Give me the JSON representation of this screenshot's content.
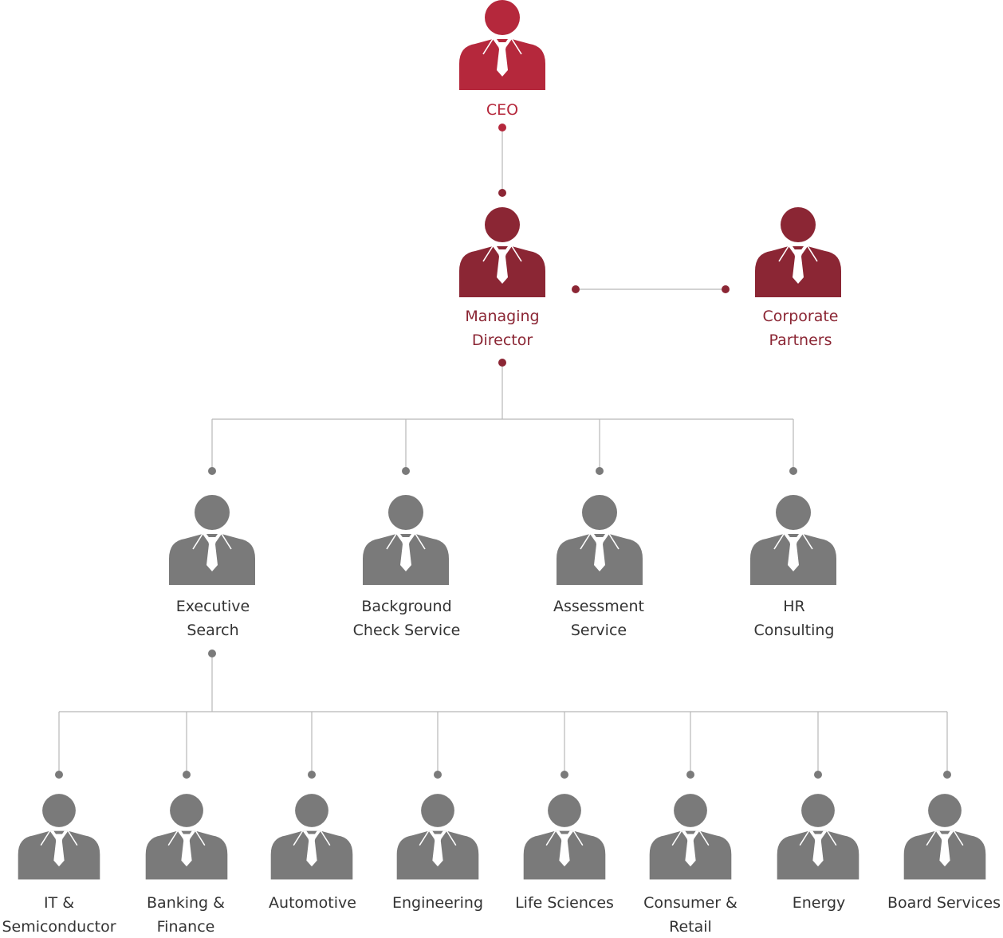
{
  "colors": {
    "ceo": "#b5283c",
    "executive": "#8b2634",
    "department": "#7a7a7a",
    "line": "#b8b8b8"
  },
  "nodes": {
    "ceo": {
      "label": "CEO"
    },
    "managing_director": {
      "label": [
        "Managing",
        "Director"
      ]
    },
    "corporate_partners": {
      "label": [
        "Corporate",
        "Partners"
      ]
    },
    "departments": [
      {
        "key": "executive_search",
        "label": [
          "Executive",
          "Search"
        ]
      },
      {
        "key": "background_check",
        "label": [
          "Background",
          "Check Service"
        ]
      },
      {
        "key": "assessment",
        "label": [
          "Assessment",
          "Service"
        ]
      },
      {
        "key": "hr_consulting",
        "label": [
          "HR",
          "Consulting"
        ]
      }
    ],
    "practices": [
      {
        "key": "it_semiconductor",
        "label": [
          "IT &",
          "Semiconductor"
        ]
      },
      {
        "key": "banking_finance",
        "label": [
          "Banking &",
          "Finance"
        ]
      },
      {
        "key": "automotive",
        "label": [
          "Automotive"
        ]
      },
      {
        "key": "engineering",
        "label": [
          "Engineering"
        ]
      },
      {
        "key": "life_sciences",
        "label": [
          "Life Sciences"
        ]
      },
      {
        "key": "consumer_retail",
        "label": [
          "Consumer &",
          "Retail"
        ]
      },
      {
        "key": "energy",
        "label": [
          "Energy"
        ]
      },
      {
        "key": "board_services",
        "label": [
          "Board Services"
        ]
      }
    ]
  },
  "icon": "person-icon"
}
